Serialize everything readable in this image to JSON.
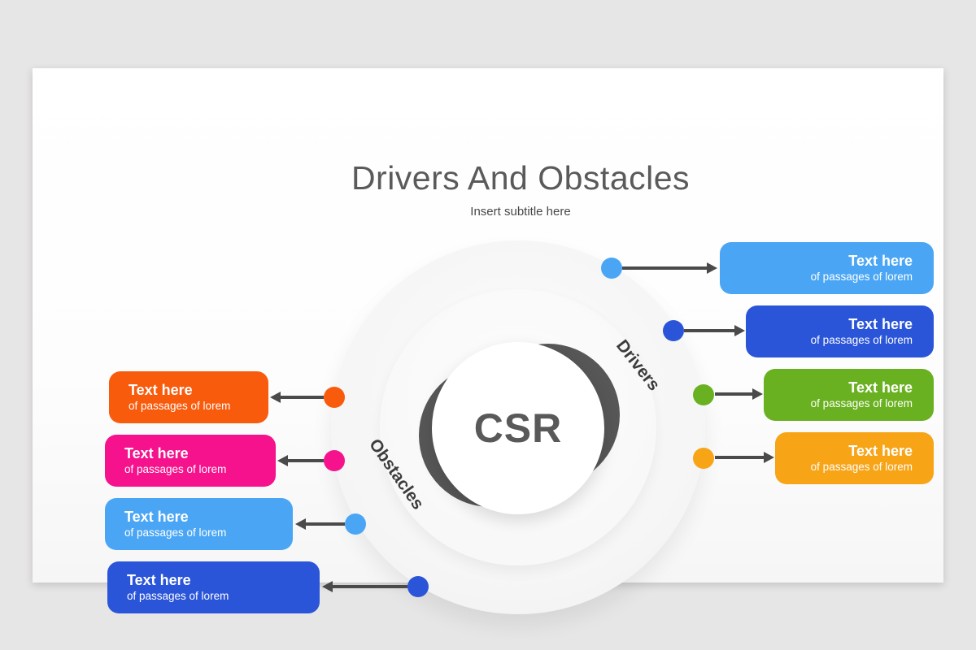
{
  "page": {
    "title": "Drivers And Obstacles",
    "subtitle": "Insert subtitle here"
  },
  "diagram": {
    "center_label": "CSR",
    "drivers_label": "Drivers",
    "obstacles_label": "Obstacles",
    "drivers": [
      {
        "title": "Text here",
        "subtitle": "of passages of lorem",
        "color": "#4AA6F5"
      },
      {
        "title": "Text here",
        "subtitle": "of passages of lorem",
        "color": "#2A55D8"
      },
      {
        "title": "Text here",
        "subtitle": "of passages of lorem",
        "color": "#6AB121"
      },
      {
        "title": "Text here",
        "subtitle": "of passages of lorem",
        "color": "#F7A417"
      }
    ],
    "obstacles": [
      {
        "title": "Text here",
        "subtitle": "of passages of lorem",
        "color": "#F85B0C"
      },
      {
        "title": "Text here",
        "subtitle": "of passages of lorem",
        "color": "#F5128C"
      },
      {
        "title": "Text here",
        "subtitle": "of passages of lorem",
        "color": "#4AA6F5"
      },
      {
        "title": "Text here",
        "subtitle": "of passages of lorem",
        "color": "#2A55D8"
      }
    ]
  },
  "colors": {
    "background": "#e7e6e6",
    "card": "#ffffff",
    "arrow": "#4a4a4a",
    "crescent": "#575757",
    "title_text": "#5a5a5a",
    "center_text": "#595959"
  }
}
